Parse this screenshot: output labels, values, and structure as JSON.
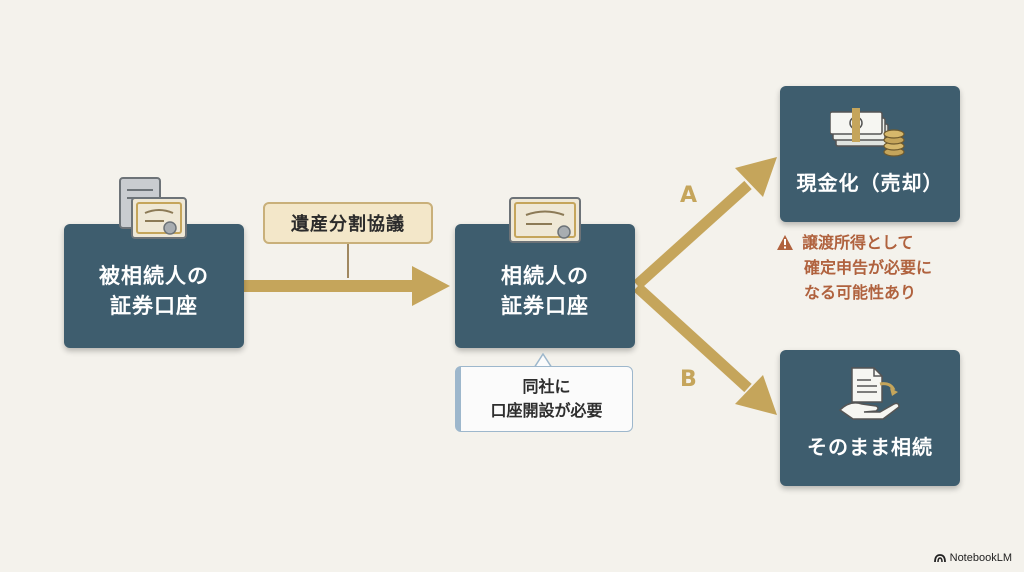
{
  "nodes": {
    "source": {
      "line1": "被相続人の",
      "line2": "証券口座"
    },
    "heir": {
      "line1": "相続人の",
      "line2": "証券口座"
    },
    "cash": {
      "label": "現金化（売却）"
    },
    "keep": {
      "label": "そのまま相続"
    }
  },
  "edge_label": "遺産分割協議",
  "branches": {
    "a": "A",
    "b": "B"
  },
  "warning": {
    "line1": "譲渡所得として",
    "line2": "確定申告が必要に",
    "line3": "なる可能性あり"
  },
  "callout": {
    "line1": "同社に",
    "line2": "口座開設が必要"
  },
  "brand": "NotebookLM",
  "colors": {
    "box": "#3e5d6e",
    "arrow": "#c5a55b",
    "warning": "#b0623e",
    "tag_bg": "#f3e7c9"
  },
  "icons": [
    "certificate-icon",
    "document-stack-icon",
    "cash-coins-icon",
    "hand-document-icon",
    "warning-icon"
  ]
}
